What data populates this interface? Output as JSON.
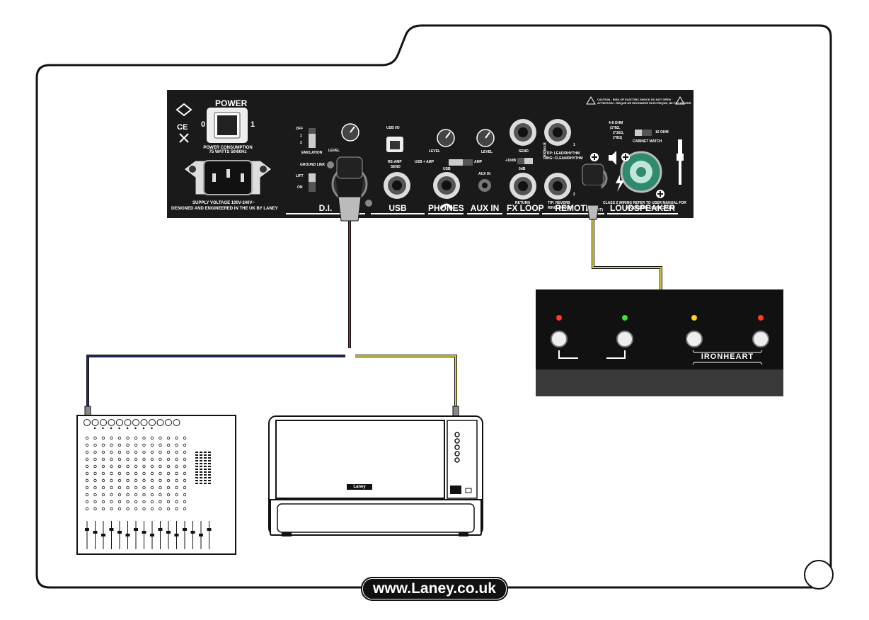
{
  "amp_panel": {
    "power": {
      "title": "POWER",
      "off": "0",
      "on": "1",
      "consumption": "POWER CONSUMPTION\n75 WATTS 50/60Hz"
    },
    "supply": "SUPPLY VOLTAGE 100V-240V~",
    "designed": "DESIGNED AND ENGINEERED IN THE UK BY LANEY",
    "sections": {
      "dj": "D.I.",
      "usb": "USB",
      "phones": "PHONES",
      "aux_in": "AUX IN",
      "fx_loop": "FX LOOP",
      "remote": "REMOTE",
      "loudspeaker": "LOUDSPEAKER"
    },
    "dj": {
      "off": "OFF",
      "one": "1",
      "two": "2",
      "emulation": "EMULATION",
      "level": "LEVEL",
      "ground_link": "GROUND LINK",
      "lift": "LIFT",
      "on": "ON"
    },
    "usb": {
      "io": "USB I/O",
      "reamp": "RE-AMP",
      "send": "SEND"
    },
    "phones": {
      "level": "LEVEL",
      "usb_amp": "USB + AMP",
      "amp": "AMP",
      "usb": "USB"
    },
    "aux": {
      "level": "LEVEL",
      "aux_in": "AUX IN"
    },
    "fx": {
      "send": "SEND",
      "bypass": "BYPASS",
      "plus10": "+10dB",
      "zero": "0dB",
      "return": "RETURN"
    },
    "remote": {
      "one": "1",
      "two": "2",
      "tip1": "TIP: LEAD/RHYTHM",
      "ring1": "RING: CLEAN/RHYTHM",
      "tip2": "TIP: REVERB",
      "ring2": "RING: BOOST",
      "fs4": "(FS4 ART)"
    },
    "loudspeaker": {
      "ohm48": "4-8 OHM",
      "ohm_a": "(1*8Ω,",
      "ohm_b": "2*16Ω,",
      "ohm_c": "2*8Ω)",
      "ohm16": "16 OHM",
      "cabinet": "CABINET MATCH",
      "class2": "CLASS 2 WIRING REFER TO USER MANUAL FOR",
      "suggested": "SUGGESTED CONNECTIONS"
    },
    "caution": "CAUTION - RISK OF ELECTRIC SHOCK DO NOT OPEN",
    "attention": "ATTENTION - RISQUE DE DÉCHARGE ÉLECTRIQUE, NE PAS OUVRIR"
  },
  "footswitch": {
    "brand": "IRONHEART",
    "led_colors": [
      "#ff3b1f",
      "#3ee13a",
      "#ffd21f",
      "#ff3b1f"
    ]
  },
  "amp_head": {
    "logo": "Laney"
  },
  "footer": {
    "url": "www.Laney.co.uk"
  },
  "cable_colors": {
    "di": "#c8232c",
    "remote": "#e2d23a",
    "mixer": "#1f2a6b",
    "amp": "#e2d23a"
  }
}
